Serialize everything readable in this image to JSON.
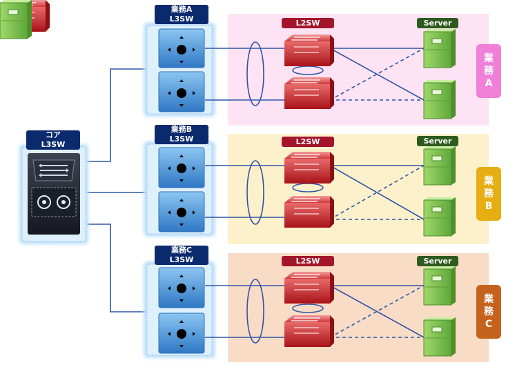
{
  "core": {
    "line1": "コア",
    "line2": "L3SW"
  },
  "groups": [
    {
      "l3_line1": "業務A",
      "l3_line2": "L3SW",
      "l2_label": "L2SW",
      "server_label": "Server",
      "biz_chars": [
        "業",
        "務",
        "A"
      ],
      "bg_color": "#fde3f3",
      "biz_color": "#f07fd8"
    },
    {
      "l3_line1": "業務B",
      "l3_line2": "L3SW",
      "l2_label": "L2SW",
      "server_label": "Server",
      "biz_chars": [
        "業",
        "務",
        "B"
      ],
      "bg_color": "#fdf1cb",
      "biz_color": "#e6ae12"
    },
    {
      "l3_line1": "業務C",
      "l3_line2": "L3SW",
      "l2_label": "L2SW",
      "server_label": "Server",
      "biz_chars": [
        "業",
        "務",
        "C"
      ],
      "bg_color": "#f9dcc6",
      "biz_color": "#c5621e"
    }
  ],
  "colors": {
    "link": "#2f55a8",
    "label_navy": "#0b2a6e",
    "l2_label": "#a3152b",
    "server_label": "#2f5a1e"
  }
}
